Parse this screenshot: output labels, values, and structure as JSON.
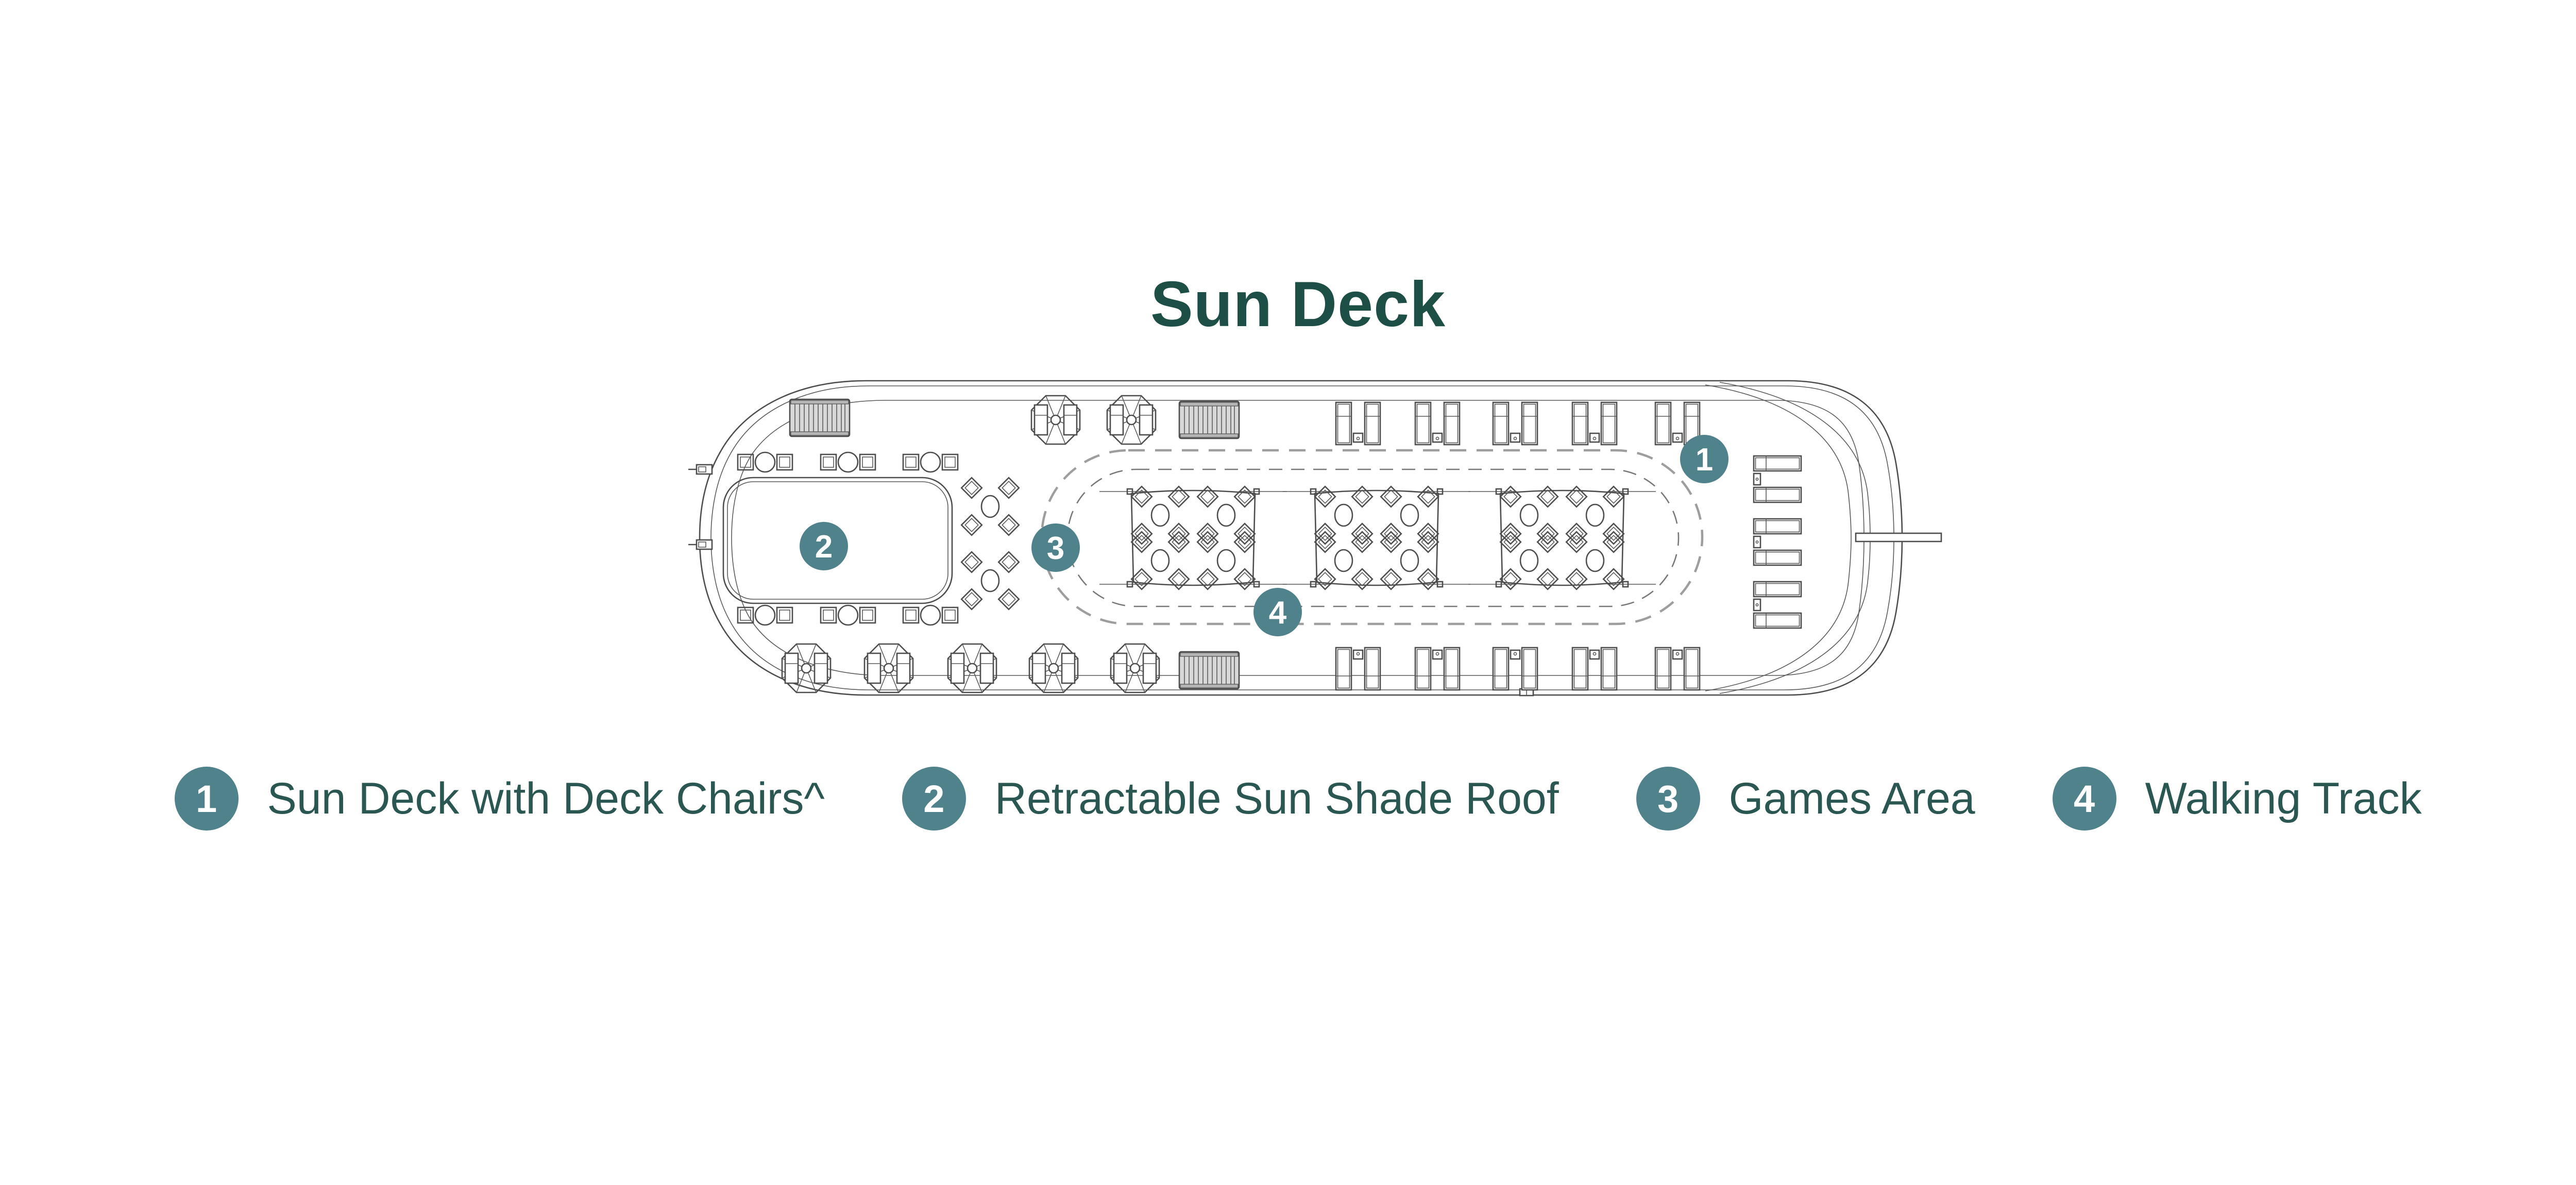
{
  "title": "Sun Deck",
  "colors": {
    "badge": "#50828c",
    "title_text": "#1e4f47",
    "legend_text": "#2b5752",
    "plan_lines": "#4d4d4d",
    "stairs_fill": "#d8d8d8",
    "track_dash": "#9e9e9e"
  },
  "legend": {
    "items": [
      {
        "number": "1",
        "label": "Sun Deck with Deck Chairs^"
      },
      {
        "number": "2",
        "label": "Retractable Sun Shade Roof"
      },
      {
        "number": "3",
        "label": "Games Area"
      },
      {
        "number": "4",
        "label": "Walking Track"
      }
    ]
  },
  "deck_plan": {
    "name": "Sun Deck plan",
    "markers": [
      {
        "number": "1",
        "refers_to": "Sun Deck with Deck Chairs^"
      },
      {
        "number": "2",
        "refers_to": "Retractable Sun Shade Roof"
      },
      {
        "number": "3",
        "refers_to": "Games Area"
      },
      {
        "number": "4",
        "refers_to": "Walking Track"
      }
    ]
  }
}
